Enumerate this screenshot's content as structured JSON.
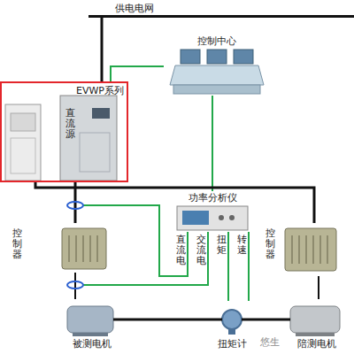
{
  "diagram": {
    "nodes": [
      {
        "text": [
          "供电电网"
        ]
      },
      {
        "text": [
          "控制中心"
        ]
      },
      {
        "text": [
          "EVWP系列",
          "直流源"
        ]
      },
      {
        "text": [
          "功率分析仪"
        ]
      },
      {
        "text": [
          "控制器"
        ]
      },
      {
        "text": [
          "控制器"
        ]
      },
      {
        "text": [
          "被测电机"
        ]
      },
      {
        "text": [
          "扭矩计"
        ]
      },
      {
        "text": [
          "陪测电机"
        ]
      }
    ],
    "edges": [
      {
        "from": 0,
        "to": 2,
        "arrow": "none"
      },
      {
        "from": 1,
        "to": 2,
        "arrow": "none"
      },
      {
        "from": 1,
        "to": 3,
        "arrow": "none"
      },
      {
        "from": 2,
        "to": 4,
        "arrow": "none"
      },
      {
        "from": 2,
        "to": 5,
        "arrow": "none"
      },
      {
        "from": 4,
        "to": 6,
        "arrow": "none"
      },
      {
        "from": 5,
        "to": 8,
        "arrow": "none"
      },
      {
        "from": 6,
        "to": 7,
        "arrow": "none"
      },
      {
        "from": 7,
        "to": 8,
        "arrow": "none"
      },
      {
        "from": 7,
        "to": 3,
        "label": "扭矩",
        "arrow": "none"
      },
      {
        "from": 7,
        "to": 3,
        "label": "转速",
        "arrow": "none"
      }
    ],
    "labels": [
      "直流电",
      "交流电",
      "悠生"
    ]
  }
}
